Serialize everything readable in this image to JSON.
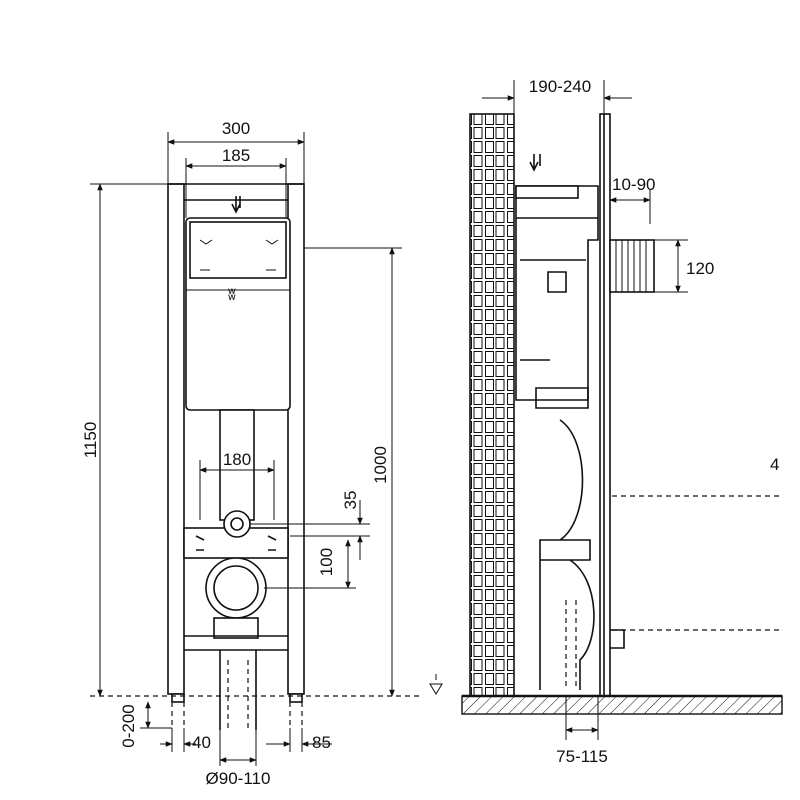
{
  "dimensions": {
    "frame_width_outer": "300",
    "frame_width_inner": "185",
    "total_height": "1150",
    "bracket_height": "1000",
    "drain_offset": "180",
    "pipe_offset": "35",
    "outlet_spacing": "100",
    "foot_adjust": "0-200",
    "left_foot": "40",
    "right_foot": "85",
    "drain_diameter": "Ø90-110",
    "wall_depth": "190-240",
    "flush_offset": "10-90",
    "outlet_height": "120",
    "floor_offset": "75-115",
    "side_label": "4"
  },
  "colors": {
    "line": "#111111",
    "background": "#ffffff"
  }
}
